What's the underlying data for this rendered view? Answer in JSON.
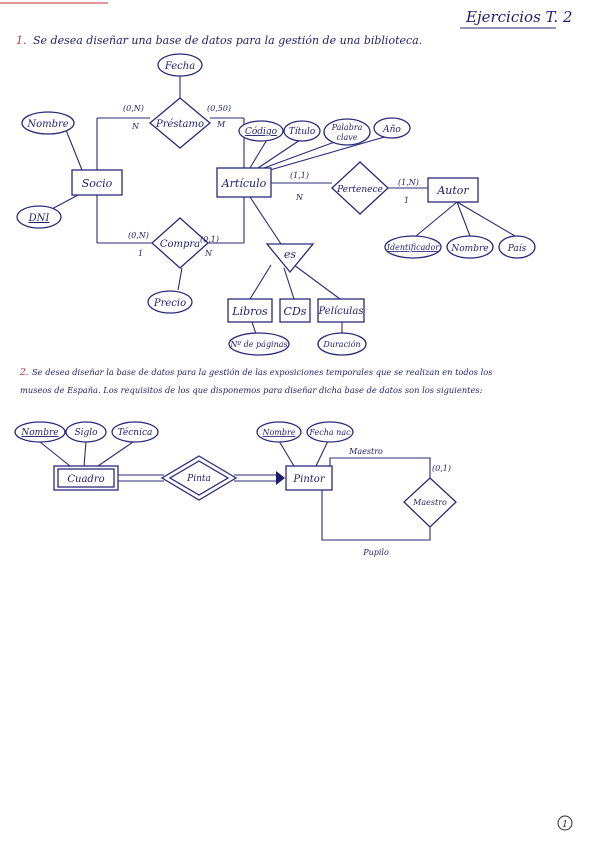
{
  "header": {
    "title": "Ejercicios T. 2",
    "page_number": "1"
  },
  "exercise1": {
    "number": "1.",
    "statement": "Se desea diseñar una base de datos para la gestión de una biblioteca.",
    "entities": {
      "socio": "Socio",
      "articulo": "Artículo",
      "autor": "Autor",
      "libros": "Libros",
      "cds": "CDs",
      "peliculas": "Películas"
    },
    "relationships": {
      "prestamo": "Préstamo",
      "compra": "Compra",
      "pertenece": "Pertenece"
    },
    "attributes": {
      "fecha": "Fecha",
      "nombre_socio": "Nombre",
      "dni": "DNI",
      "precio": "Precio",
      "codigo": "Código",
      "titulo": "Título",
      "palabra_clave_1": "Palabra",
      "palabra_clave_2": "clave",
      "ano": "Año",
      "identificador": "Identificador",
      "nombre_autor": "Nombre",
      "pais": "País",
      "num_paginas": "Nº de páginas",
      "duracion": "Duración"
    },
    "isa": "es",
    "cardinalities": {
      "prestamo_socio": "(0,N)",
      "prestamo_articulo": "(0,50)",
      "compra_socio": "(0,N)",
      "compra_articulo": "(0,1)",
      "pertenece_articulo": "(1,1)",
      "pertenece_autor": "(1,N)"
    },
    "multiplicities": {
      "prestamo_socio": "N",
      "prestamo_articulo": "M",
      "compra_socio": "1",
      "compra_articulo": "N",
      "pertenece_articulo": "N",
      "pertenece_autor": "1"
    }
  },
  "exercise2": {
    "number": "2.",
    "statement_line1": "Se desea diseñar la base de datos para la gestión de las exposiciones temporales que se realizan en todos los",
    "statement_line2": "museos de España. Los requisitos de los que disponemos para diseñar dicha base de datos son los siguientes:",
    "entities": {
      "cuadro": "Cuadro",
      "pintor": "Pintor"
    },
    "relationships": {
      "pinta": "Pinta",
      "maestro": "Maestro"
    },
    "attributes": {
      "nombre_cuadro": "Nombre",
      "siglo": "Siglo",
      "tecnica": "Técnica",
      "nombre_pintor": "Nombre",
      "fecha_nac": "Fecha nac"
    },
    "roles": {
      "maestro": "Maestro",
      "pupilo": "Pupilo"
    },
    "cardinalities": {
      "maestro": "(0,1)"
    }
  }
}
